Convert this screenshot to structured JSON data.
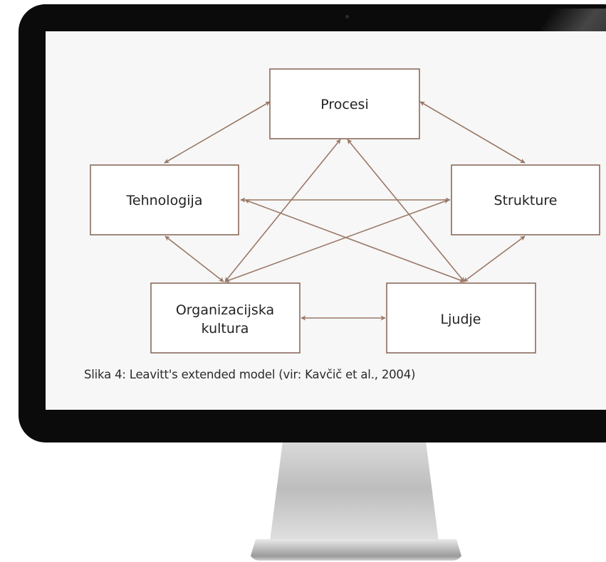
{
  "diagram": {
    "nodes": {
      "procesi": "Procesi",
      "tehnologija": "Tehnologija",
      "strukture": "Strukture",
      "organizacijska_line1": "Organizacijska",
      "organizacijska_line2": "kultura",
      "ljudje": "Ljudje"
    },
    "caption": "Slika 4: Leavitt's extended model (vir: Kavčič et al., 2004)"
  },
  "colors": {
    "box_border": "#8a6b5b",
    "arrow": "#9a7866",
    "bezel": "#0b0b0b",
    "screen": "#f7f7f7"
  }
}
